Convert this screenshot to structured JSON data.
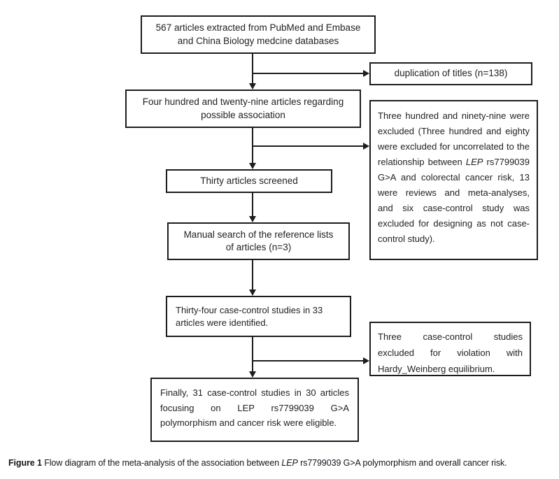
{
  "colors": {
    "background": "#ffffff",
    "box_border": "#1d1d1d",
    "box_text": "#222222",
    "arrow": "#1d1d1d",
    "caption_text": "#15151f"
  },
  "flowchart": {
    "extracted": {
      "text": "567 articles extracted from PubMed and Embase\nand China Biology medcine databases"
    },
    "duplication": {
      "text": "duplication of titles (n=138)"
    },
    "regarding": {
      "text": "Four hundred and twenty-nine articles regarding\npossible association"
    },
    "excluded_detail": {
      "before_gene": "Three hundred and ninety-nine were excluded (Three hundred and eighty were excluded for uncorrelated to the relationship between ",
      "gene": "LEP",
      "after_gene": " rs7799039 G>A and colorectal cancer risk, 13 were reviews and meta-analyses, and six case-control study was excluded for designing as not case-control study)."
    },
    "screened": {
      "text": "Thirty articles screened"
    },
    "manual_search": {
      "text": "Manual search of the reference lists\nof articles (n=3)"
    },
    "identified": {
      "text": "Thirty-four case-control studies in 33\narticles were identified."
    },
    "hwe_excluded": {
      "text": "Three case-control studies excluded for violation with Hardy_Weinberg equilibrium."
    },
    "final": {
      "text": "Finally, 31 case-control studies in 30 articles focusing on LEP rs7799039 G>A polymorphism and cancer risk were eligible."
    }
  },
  "caption": {
    "label": "Figure 1",
    "before_gene": " Flow diagram of the meta-analysis of the association between ",
    "gene": "LEP",
    "after_gene": " rs7799039 G>A polymorphism and overall cancer risk."
  }
}
